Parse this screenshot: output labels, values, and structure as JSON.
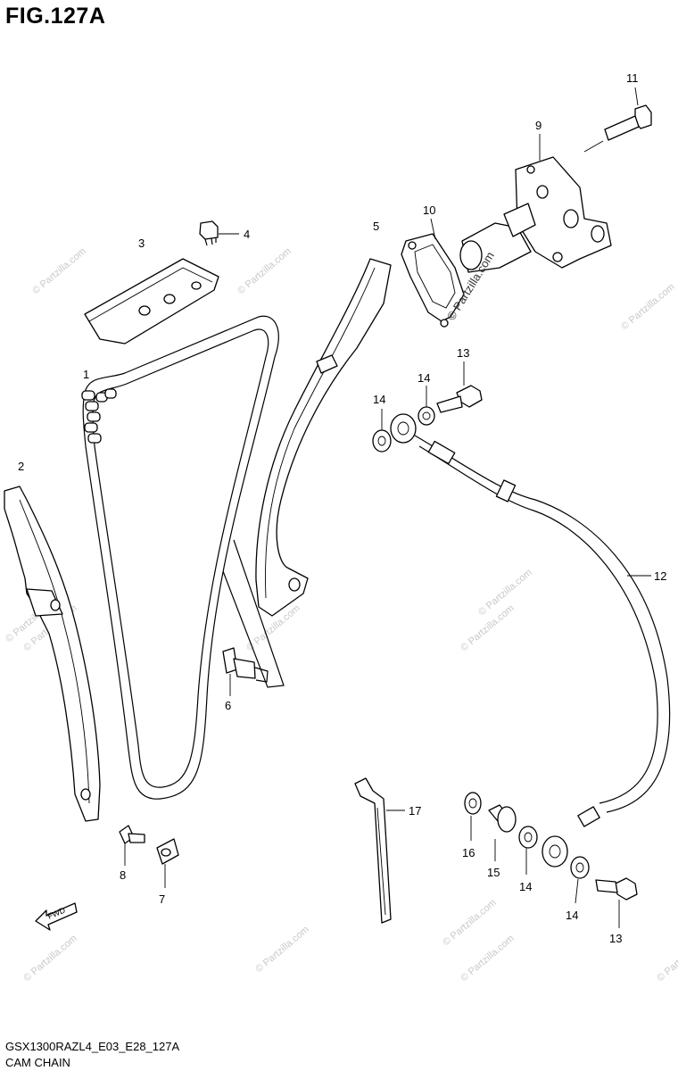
{
  "figure": {
    "title": "FIG.127A",
    "model_code": "GSX1300RAZL4_E03_E28_127A",
    "assembly_name": "CAM CHAIN"
  },
  "callouts": [
    "1",
    "2",
    "3",
    "4",
    "5",
    "6",
    "7",
    "8",
    "9",
    "10",
    "11",
    "12",
    "13",
    "13",
    "14",
    "14",
    "14",
    "14",
    "15",
    "16",
    "17"
  ],
  "watermark": "© Partzilla.com",
  "fwd_marker": "FWD",
  "colors": {
    "line": "#000000",
    "watermark": "#c8c8c8",
    "background": "#ffffff"
  }
}
